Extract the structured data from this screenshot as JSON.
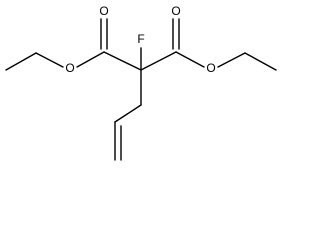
{
  "structure": {
    "atoms": {
      "fluorine": "F",
      "carbonyl_oxygen_left": "O",
      "ester_oxygen_left": "O",
      "carbonyl_oxygen_right": "O",
      "ester_oxygen_right": "O"
    }
  }
}
